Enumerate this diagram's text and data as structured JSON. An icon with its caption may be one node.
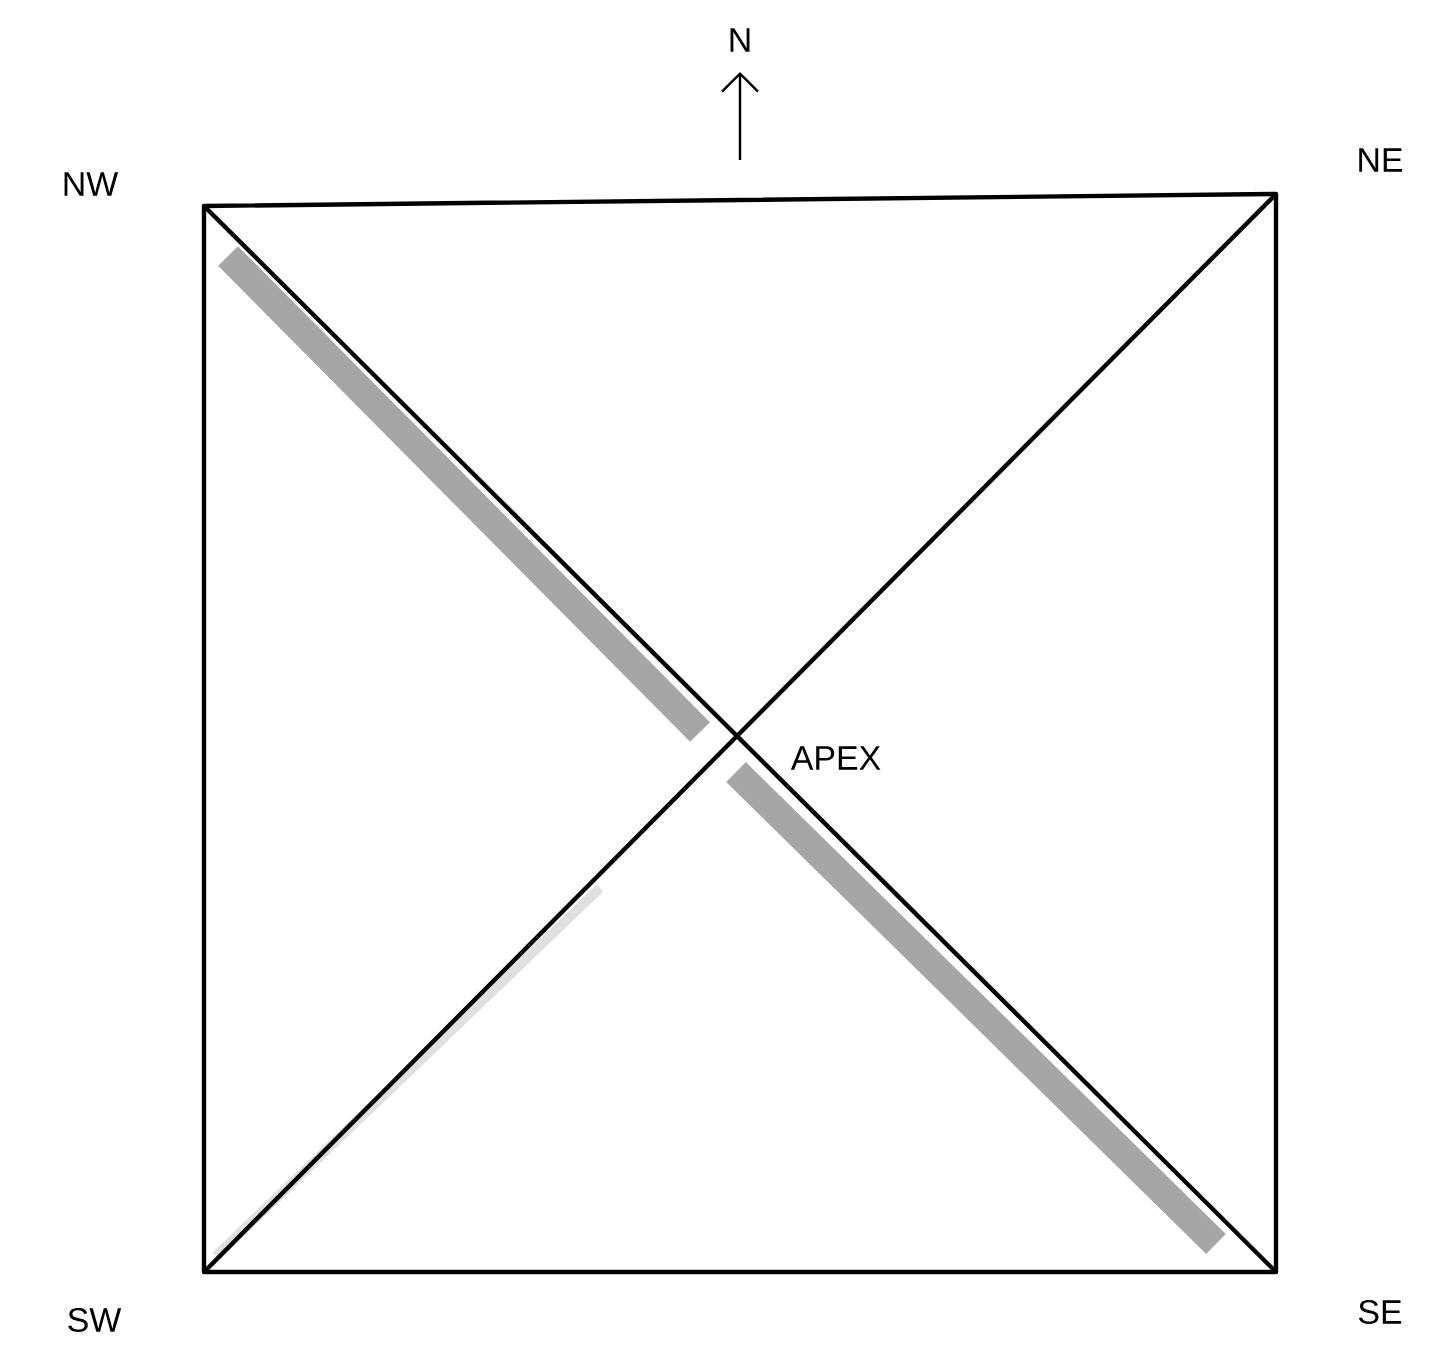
{
  "diagram": {
    "labels": [
      "N",
      "NW",
      "NE",
      "APEX",
      "SW",
      "SE"
    ]
  }
}
